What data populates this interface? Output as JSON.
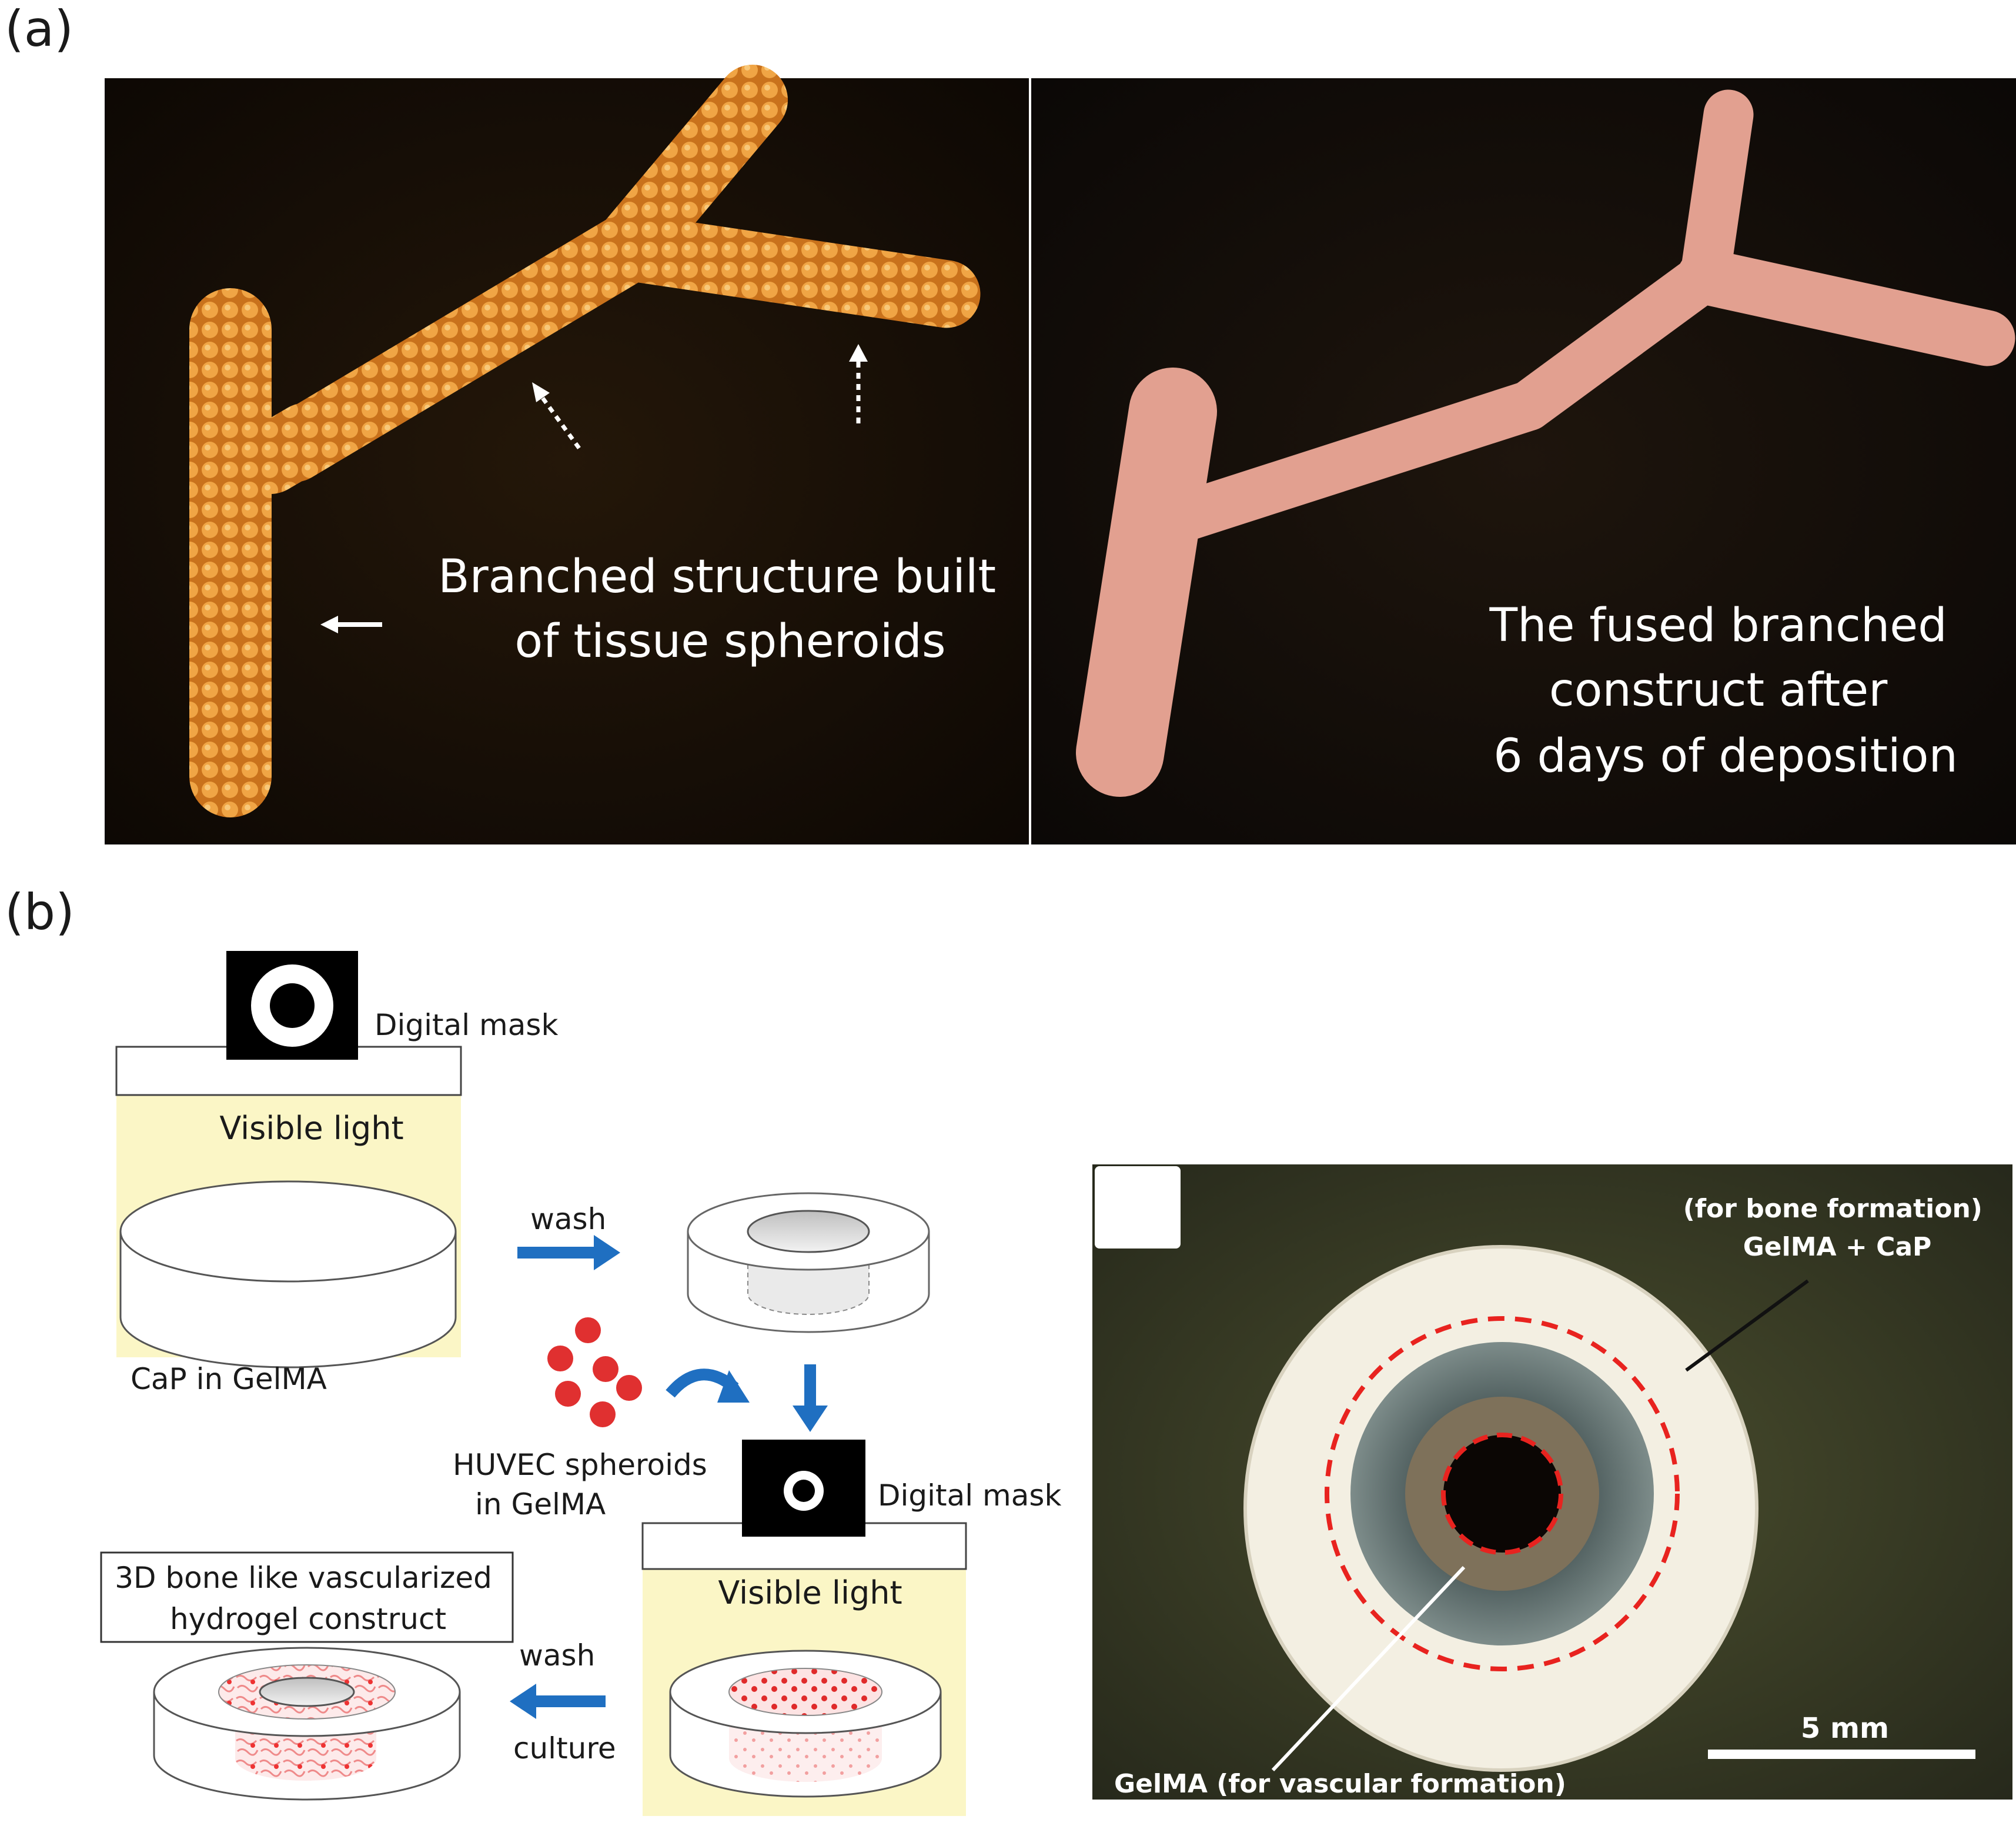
{
  "panel_a": {
    "label": "(a)",
    "left_photo_caption": [
      "Branched structure built",
      "of tissue spheroids"
    ],
    "right_photo_caption": [
      "The fused branched",
      "construct after",
      "6 days of deposition"
    ]
  },
  "panel_b": {
    "label": "(b)",
    "top_mask_label": "Digital mask",
    "top_light_label": "Visible light",
    "cap_gelma_label": "CaP in GelMA",
    "wash_label_top": "wash",
    "huvec_label": [
      "HUVEC spheroids",
      "in GelMA"
    ],
    "bottom_mask_label": "Digital mask",
    "bottom_light_label": "Visible light",
    "construct_box": [
      "3D bone like vascularized",
      "hydrogel construct"
    ],
    "wash_label_bottom": "wash",
    "culture_label": "culture",
    "photo": {
      "bone_label": [
        "(for bone formation)",
        "GelMA + CaP"
      ],
      "vascular_label": "GelMA (for vascular formation)",
      "scale_bar_label": "5 mm"
    }
  },
  "colors": {
    "arrow_blue": "#1f6fc1",
    "light_yellow": "#fbf6c6",
    "spheroid_red": "#e03030",
    "dashed_red": "#e8231f",
    "photo_dark": "#130d07",
    "construct_orange": "#e48a2a",
    "fused_pink": "#e2a090"
  }
}
